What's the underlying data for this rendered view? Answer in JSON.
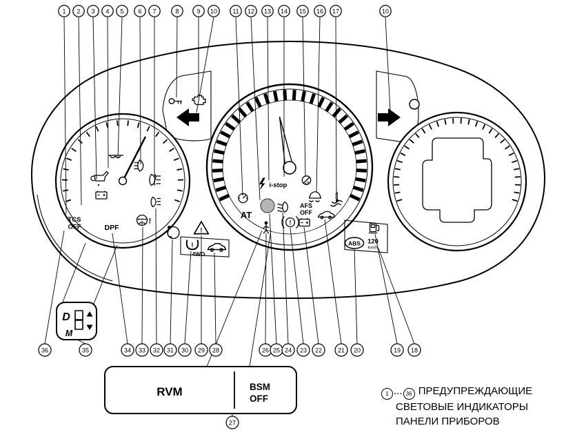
{
  "figure": {
    "top_callouts": [
      {
        "n": "1"
      },
      {
        "n": "2"
      },
      {
        "n": "3"
      },
      {
        "n": "4"
      },
      {
        "n": "5"
      },
      {
        "n": "6"
      },
      {
        "n": "7"
      },
      {
        "n": "8"
      },
      {
        "n": "9"
      },
      {
        "n": "10"
      },
      {
        "n": "11"
      },
      {
        "n": "12"
      },
      {
        "n": "13"
      },
      {
        "n": "14"
      },
      {
        "n": "15"
      },
      {
        "n": "16"
      },
      {
        "n": "17"
      },
      {
        "n": "10"
      }
    ],
    "bottom_callouts": [
      {
        "n": "36"
      },
      {
        "n": "35"
      },
      {
        "n": "34"
      },
      {
        "n": "33"
      },
      {
        "n": "32"
      },
      {
        "n": "31"
      },
      {
        "n": "30"
      },
      {
        "n": "29"
      },
      {
        "n": "28"
      },
      {
        "n": "26"
      },
      {
        "n": "25"
      },
      {
        "n": "24"
      },
      {
        "n": "23"
      },
      {
        "n": "22"
      },
      {
        "n": "21"
      },
      {
        "n": "20"
      },
      {
        "n": "19"
      },
      {
        "n": "18"
      }
    ],
    "callout_box": {
      "number": "27",
      "left": "RVM",
      "right_line1": "BSM",
      "right_line2": "OFF"
    },
    "gear_display": {
      "d": "D",
      "m": "M"
    },
    "labels": {
      "tcs": "TCS",
      "tcs_off": "OFF",
      "dpf": "DPF",
      "at": "AT",
      "i_stop": "i-stop",
      "afs": "AFS",
      "afs_off": "OFF",
      "four_wd": "4WD",
      "abs": "ABS",
      "speed": "120",
      "speed_unit": "km/h"
    },
    "glyphs": {
      "exclaim": "!"
    },
    "caption": {
      "start": "1",
      "dots": "...",
      "end": "36",
      "line1": "ПРЕДУПРЕЖДАЮЩИЕ",
      "line2": "СВЕТОВЫЕ ИНДИКАТОРЫ",
      "line3": "ПАНЕЛИ ПРИБОРОВ"
    }
  }
}
